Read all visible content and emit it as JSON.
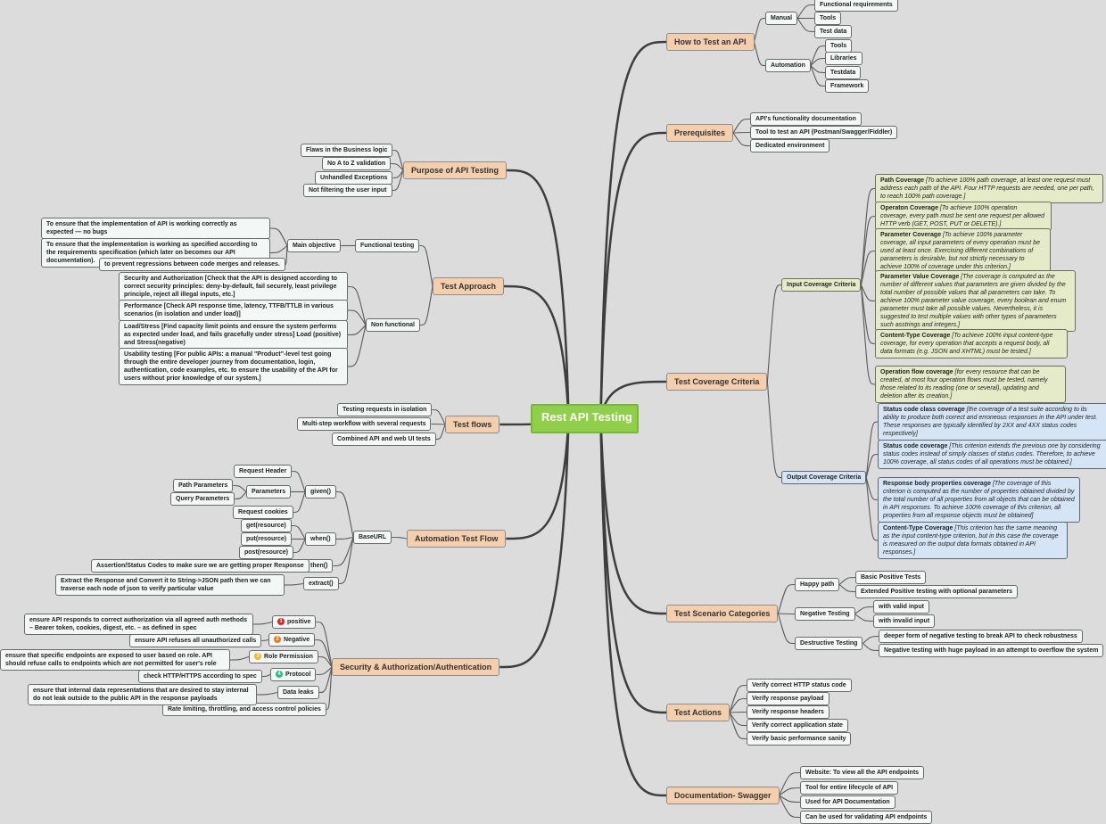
{
  "root": "Rest API Testing",
  "how": {
    "title": "How to Test an API",
    "manual": "Manual",
    "manual_items": [
      "Functional requirements",
      "Tools",
      "Test data"
    ],
    "automation": "Automation",
    "automation_items": [
      "Tools",
      "Libraries",
      "Testdata",
      "Framework"
    ]
  },
  "prereq": {
    "title": "Prerequisites",
    "items": [
      "API's functionality documentation",
      "Tool to test an API (Postman/Swagger/Fiddler)",
      "Dedicated environment"
    ]
  },
  "tcc": {
    "title": "Test Coverage Criteria",
    "input": "Input Coverage Criteria",
    "input_items": [
      {
        "t": "Path Coverage",
        "d": "[To achieve 100% path coverage, at least one request must address each path of the API. Four HTTP requests are needed, one per path, to reach 100% path coverage.]"
      },
      {
        "t": "Operaton Coverage",
        "d": "[To achieve 100% operation coverage, every path must be sent one request per allowed HTTP verb (GET, POST, PUT or DELETE).]"
      },
      {
        "t": "Parameter Coverage",
        "d": "[To achieve 100% parameter coverage, all input parameters of every operation must be used at least once. Exercising different combinations of parameters is desirable, but not strictly necessary to achieve 100% of coverage under this criterion.]"
      },
      {
        "t": "Parameter Value Coverage",
        "d": "[The coverage is computed as the number of different values that parameters are given divided by the total number of possible values that all parameters can take. To achieve 100% parameter value coverage, every boolean and enum parameter must take all possible values. Nevertheless, it is suggested to test multiple values with other types of parameters such asstrings and integers.]"
      },
      {
        "t": "Content-Type Coverage",
        "d": "[To achieve 100% input content-type coverage, for every operation that accepts a request body, all data formats (e.g. JSON and XHTML) must be tested.]"
      },
      {
        "t": "Operation flow coverage",
        "d": "[for every resource that can be created, at most four operation flows must be tested, namely those related to its reading (one or several), updating and deletion after its creation.]"
      }
    ],
    "output": "Output Coverage Criteria",
    "output_items": [
      {
        "t": "Status code class coverage",
        "d": "[the coverage of a test suite according to its ability to produce both correct and erroneous responses in the API under test. These responses are typically identified by 2XX and 4XX status codes respectively]"
      },
      {
        "t": "Status code coverage",
        "d": "[This criterion extends the previous one by considering status codes instead of simply classes of status codes. Therefore, to achieve 100% coverage, all status codes of all operations must be obtained.]"
      },
      {
        "t": "Response body properties coverage",
        "d": "[The coverage of this criterion is computed as the number of properties obtained divided by the total number of all properties from all objects that can be obtained in API responses. To achieve 100% coverage of this criterion, all properties from all response objects must be obtained]"
      },
      {
        "t": "Content-Type Coverage",
        "d": "[This criterion has the same meaning as the input content-type criterion, but in this case the coverage is measured on the output data formats obtained in API responses.]"
      }
    ]
  },
  "tsc": {
    "title": "Test Scenario Categories",
    "happy": "Happy path",
    "happy_items": [
      "Basic Positive Tests",
      "Extended Positive testing with optional parameters"
    ],
    "negative": "Negative Testing",
    "negative_items": [
      "with valid input",
      "with invalid input"
    ],
    "destructive": "Destructive Testing",
    "destructive_items": [
      "deeper form of negative testing to break API to check robustness",
      "Negative testing with huge payload in an attempt to overflow the system"
    ]
  },
  "ta": {
    "title": "Test Actions",
    "items": [
      "Verify correct HTTP status code",
      "Verify response payload",
      "Verify response headers",
      "Verify correct application state",
      "Verify basic performance sanity"
    ]
  },
  "doc": {
    "title": "Documentation- Swagger",
    "items": [
      "Website: To view all the API endpoints",
      "Tool for entire lifecycle of API",
      "Used for API Documentation",
      "Can be used for validating API endpoints"
    ]
  },
  "purpose": {
    "title": "Purpose of API Testing",
    "items": [
      "Flaws in the Business logic",
      "No A to Z validation",
      "Unhandled Exceptions",
      "Not filtering the user input"
    ]
  },
  "approach": {
    "title": "Test Approach",
    "functional": "Functional testing",
    "main_objective": "Main objective",
    "objectives": [
      "To ensure that the implementation of API is working correctly as expected — no bugs",
      "To ensure that the implementation is working as specified according to the requirements specification (which later on becomes our API documentation).",
      "to prevent regressions between code merges and releases."
    ],
    "nonfunctional": "Non functional",
    "nf_items": [
      "Security and Authorization [Check that the API is designed according to correct security principles: deny-by-default, fail securely, least privilege principle, reject all illegal inputs, etc.]",
      "Performance [Check API response time, latency, TTFB/TTLB in various scenarios (in isolation and under load)]",
      "Load/Stress [Find capacity limit points and ensure the system performs as expected under load, and fails gracefully under stress] Load (positive) and Stress(negative)",
      "Usability testing [For public APIs: a manual \"Product\"-level test going through the entire developer journey from documentation, login, authentication, code examples, etc. to ensure the usability of the API for users without prior knowledge of our system.]"
    ]
  },
  "flows": {
    "title": "Test flows",
    "items": [
      "Testing requests in isolation",
      "Multi-step workflow with several requests",
      "Combined API and web UI tests"
    ]
  },
  "auto": {
    "title": "Automation Test Flow",
    "baseurl": "BaseURL",
    "given": "given()",
    "given_items": [
      "Request Header",
      "Parameters",
      "Request cookies"
    ],
    "param_items": [
      "Path Parameters",
      "Query Parameters"
    ],
    "when": "when()",
    "when_items": [
      "get(resource)",
      "put(resource)",
      "post(resource)"
    ],
    "then": "then()",
    "then_item": "Assertion/Status Codes to make sure we are getting proper Response",
    "extract": "extract()",
    "extract_item": "Extract the Response and Convert it to String->JSON path then we can traverse each node of json to verify particular value"
  },
  "sec": {
    "title": "Security & Authorization/Authentication",
    "items": [
      {
        "label": "positive",
        "icon": "1",
        "color": "#e02020",
        "detail": "ensure API responds to correct authorization via all agreed auth methods – Bearer token, cookies, digest, etc. – as defined in spec"
      },
      {
        "label": "Negative",
        "icon": "2",
        "color": "#f07a10",
        "detail": "ensure API refuses all unauthorized calls"
      },
      {
        "label": "Role Permission",
        "icon": "3",
        "color": "#f5b820",
        "detail": "ensure that specific endpoints are exposed to user based on role. API should refuse calls to endpoints which are not permitted for user's role"
      },
      {
        "label": "Protocol",
        "icon": "4",
        "color": "#20c080",
        "detail": "check HTTP/HTTPS according to spec"
      },
      {
        "label": "Data leaks",
        "detail": "ensure that internal data representations that are desired to stay internal do not leak outside to the public API in the response payloads"
      },
      {
        "label": "Rate limiting, throttling, and access control policies"
      }
    ]
  }
}
